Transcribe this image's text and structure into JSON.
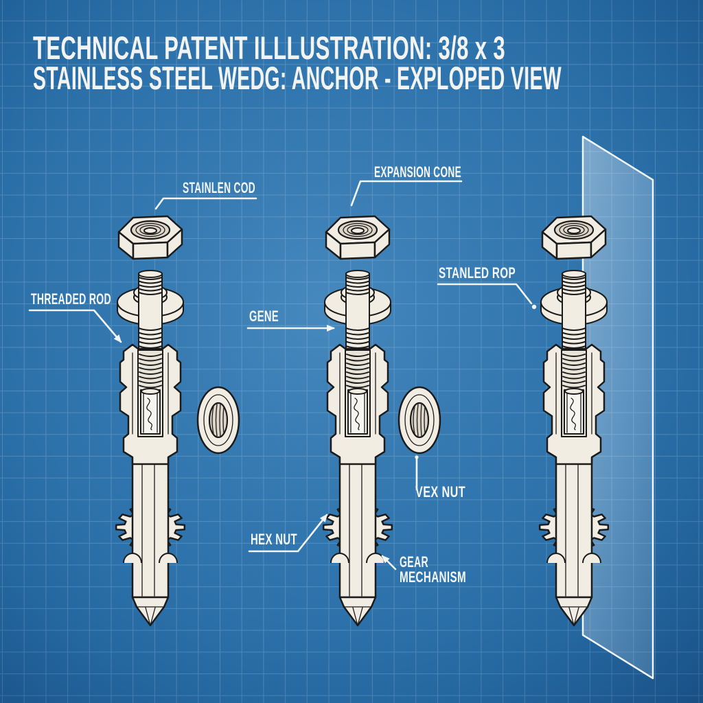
{
  "title": {
    "line1": "TECHNICAL PATENT ILLLUSTRATION: 3/8 x 3",
    "line2": "STAINLESS STEEL WEDG: ANCHOR - EXPLOPED VIEW"
  },
  "labels": {
    "stainlen_cod": "STAINLEN COD",
    "expansion_cone": "EXPANSION CONE",
    "threaded_rod": "THREADED ROD",
    "gene": "GENE",
    "stanled_rop": "STANLED ROP",
    "vex_nut": "VEX NUT",
    "hex_nut": "HEX NUT",
    "gear_mechanism_line1": "GEAR",
    "gear_mechanism_line2": "MECHANISM"
  },
  "figure": {
    "assembly_count": 3,
    "side_washer_count": 2,
    "has_glass_panel": true
  },
  "colors": {
    "background_blue": "#2d72ab",
    "background_blue_light": "#3b7fb7",
    "background_blue_dark": "#1c5c95",
    "grid_line": "#5d94c2",
    "part_fill": "#f1ede3",
    "part_shade": "#ddd6c8",
    "outline_ink": "#1b1b1b",
    "label_white": "#f5f8fa",
    "glass_panel": "#aecde8"
  }
}
